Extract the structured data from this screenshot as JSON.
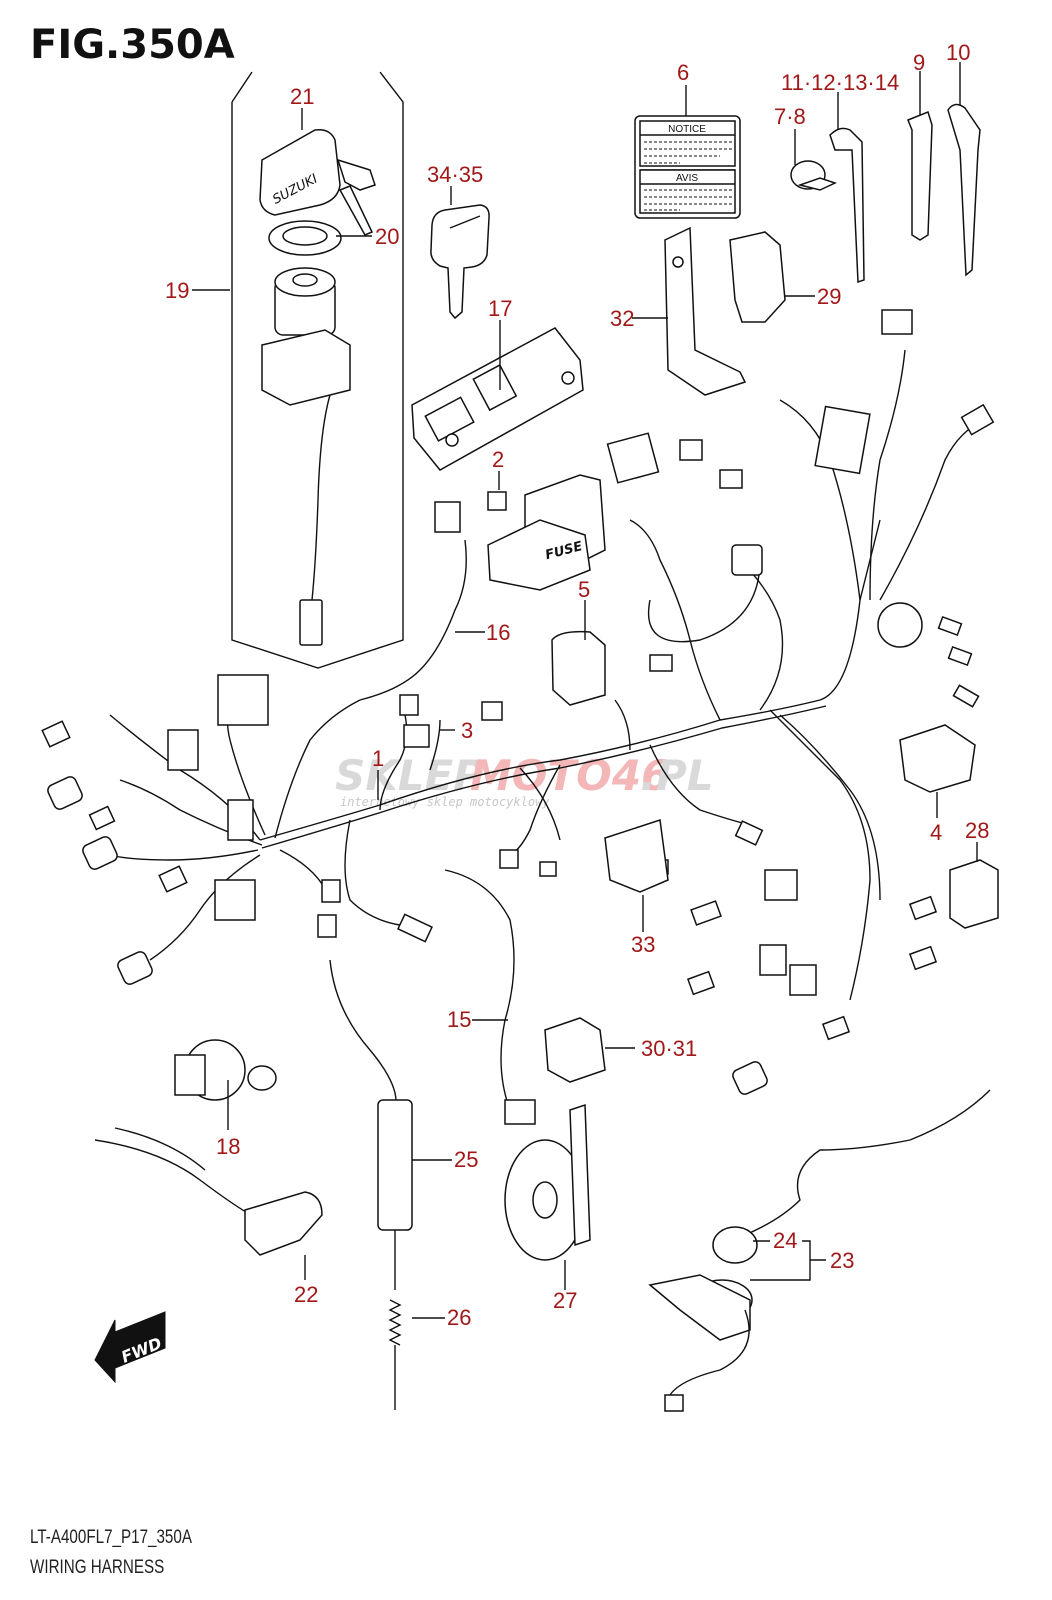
{
  "figure": {
    "title": "FIG.350A",
    "code": "LT-A400FL7_P17_350A",
    "name": "WIRING HARNESS"
  },
  "labels": {
    "p1": "1",
    "p2": "2",
    "p3": "3",
    "p4": "4",
    "p5": "5",
    "p6": "6",
    "p7_8": "7·8",
    "p9": "9",
    "p10": "10",
    "p11_14": "11·12·13·14",
    "p15": "15",
    "p16": "16",
    "p17": "17",
    "p18": "18",
    "p19": "19",
    "p20": "20",
    "p21": "21",
    "p22": "22",
    "p23": "23",
    "p24": "24",
    "p25": "25",
    "p26": "26",
    "p27": "27",
    "p28": "28",
    "p29": "29",
    "p30_31": "30·31",
    "p32": "32",
    "p33": "33",
    "p34_35": "34·35"
  },
  "part_text": {
    "notice": "NOTICE",
    "avis": "AVIS",
    "fuse": "FUSE",
    "suzuki": "SUZUKI",
    "fwd": "FWD"
  },
  "watermark": {
    "main_gray_1": "SKLEP",
    "main_red": "MOTO46",
    "main_gray_2": ".PL",
    "tagline": "internetowy sklep motocyklowy"
  },
  "colors": {
    "label": "#a01818",
    "line": "#111111",
    "background": "#ffffff"
  }
}
